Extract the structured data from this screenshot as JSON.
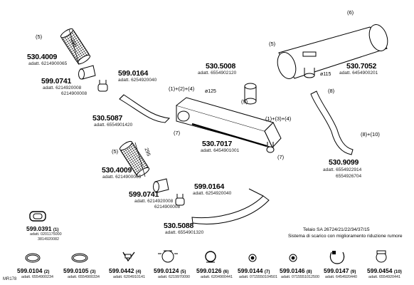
{
  "title": {
    "line1": "Telaio SA 26724/21/22/34/37/15",
    "line2": "Sistema di scarico con miglioramento riduzione rumore"
  },
  "page_code": "MR178",
  "callouts": {
    "c5_top": "(5)",
    "c5_mid": "(5)",
    "c6": "(6)",
    "c7a": "(7)",
    "c7b": "(7)",
    "c8": "(8)",
    "c8_10": "(8)+(10)",
    "c9": "(9)",
    "c124": "(1)+(2)+(4)",
    "c134": "(1)+(3)+(4)"
  },
  "dimensions": {
    "d295_top": "295",
    "d295_mid": "295",
    "d125": "ø125",
    "d115": "ø115"
  },
  "parts": {
    "p530_4009_top": {
      "number": "530.4009",
      "adatt": "adatt. 6214900065"
    },
    "p599_0741_top": {
      "number": "599.0741",
      "adatt1": "adatt. 6214920008",
      "adatt2": "6214900008"
    },
    "p599_0164_top": {
      "number": "599.0164",
      "adatt": "adatt. 6254920040"
    },
    "p530_5087": {
      "number": "530.5087",
      "adatt": "adatt. 6554901420"
    },
    "p530_5008": {
      "number": "530.5008",
      "adatt": "adatt. 6554902120"
    },
    "p530_7052": {
      "number": "530.7052",
      "adatt": "adatt. 6454900201"
    },
    "p530_7017": {
      "number": "530.7017",
      "adatt": "adatt. 6454901001"
    },
    "p530_9099": {
      "number": "530.9099",
      "adatt1": "adatt. 6554922914",
      "adatt2": "6554926704"
    },
    "p530_4009_mid": {
      "number": "530.4009",
      "adatt": "adatt. 6214900065"
    },
    "p599_0741_mid": {
      "number": "599.0741",
      "adatt1": "adatt. 6214920008",
      "adatt2": "6214900008"
    },
    "p599_0164_mid": {
      "number": "599.0164",
      "adatt": "adatt. 6254920040"
    },
    "p530_5088": {
      "number": "530.5088",
      "adatt": "adatt. 6554901320"
    },
    "p599_0391": {
      "number": "599.0391",
      "qty": "(1)",
      "adatt1": "adatt. 0201175000",
      "adatt2": "3814920082"
    }
  },
  "bottom_parts": [
    {
      "number": "599.0104",
      "qty": "(2)",
      "adatt": "adatt. 6554900234"
    },
    {
      "number": "599.0105",
      "qty": "(3)",
      "adatt": "adatt. 6554900334"
    },
    {
      "number": "599.0442",
      "qty": "(4)",
      "adatt": "adatt. 6204910141"
    },
    {
      "number": "599.0124",
      "qty": "(5)",
      "adatt": "adatt. 6219970090"
    },
    {
      "number": "599.0126",
      "qty": "(6)",
      "adatt": "adatt. 6204900441"
    },
    {
      "number": "599.0144",
      "qty": "(7)",
      "adatt": "adatt. 0715550104501"
    },
    {
      "number": "599.0146",
      "qty": "(8)",
      "adatt": "adatt. 0715551012500"
    },
    {
      "number": "599.0147",
      "qty": "(9)",
      "adatt": "adatt. 6454920440"
    },
    {
      "number": "599.0454",
      "qty": "(10)",
      "adatt": "adatt. 6554920441"
    }
  ]
}
